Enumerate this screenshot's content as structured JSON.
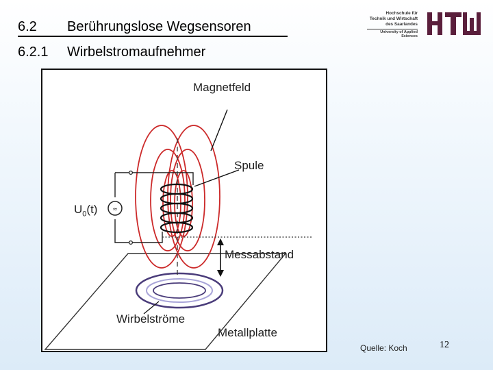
{
  "slide": {
    "section_number": "6.2",
    "section_title": "Berührungslose Wegsensoren",
    "subsection_number": "6.2.1",
    "subsection_title": "Wirbelstromaufnehmer",
    "source": "Quelle: Koch",
    "page_number": "12"
  },
  "logo": {
    "lines": [
      "Hochschule für",
      "Technik und Wirtschaft",
      "des Saarlandes"
    ],
    "university": "University of Applied Sciences",
    "mark": "HTW",
    "color": "#5a1f3c"
  },
  "figure": {
    "labels": {
      "magnetfeld": "Magnetfeld",
      "spule": "Spule",
      "messabstand": "Messabstand",
      "wirbelstroeme": "Wirbelströme",
      "metallplatte": "Metallplatte",
      "voltage_main": "U",
      "voltage_sub": "0",
      "voltage_arg": "(t)",
      "source_symbol": "≈"
    },
    "colors": {
      "field_lines": "#cc2a2a",
      "eddy_outer": "#4a3c7a",
      "eddy_inner": "#a8a4d8"
    }
  }
}
